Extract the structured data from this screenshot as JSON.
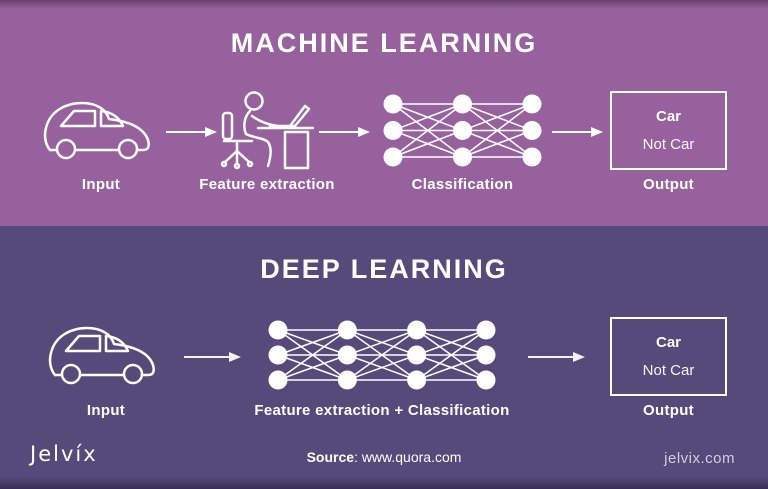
{
  "theme": {
    "ml_background": "#97619e",
    "dl_background": "#554a7a",
    "foreground": "#ffffff",
    "website_text_color": "#d3cde0"
  },
  "icons": {
    "car": "car-icon",
    "person": "person-at-desk-icon",
    "network": "neural-network-icon",
    "arrow": "arrow-right-icon"
  },
  "ml": {
    "title": "MACHINE LEARNING",
    "label_input": "Input",
    "label_feature": "Feature extraction",
    "label_classification": "Classification",
    "label_output": "Output",
    "box_line1": "Car",
    "box_line2": "Not Car",
    "network": {
      "columns": 3,
      "rows": 3
    }
  },
  "dl": {
    "title": "DEEP LEARNING",
    "label_input": "Input",
    "label_combined": "Feature extraction + Classification",
    "label_output": "Output",
    "box_line1": "Car",
    "box_line2": "Not Car",
    "network": {
      "columns": 4,
      "rows": 3
    }
  },
  "footer": {
    "logo": "Jelvíx",
    "source_label": "Source",
    "source_value": ": www.quora.com",
    "website": "jelvix.com"
  }
}
